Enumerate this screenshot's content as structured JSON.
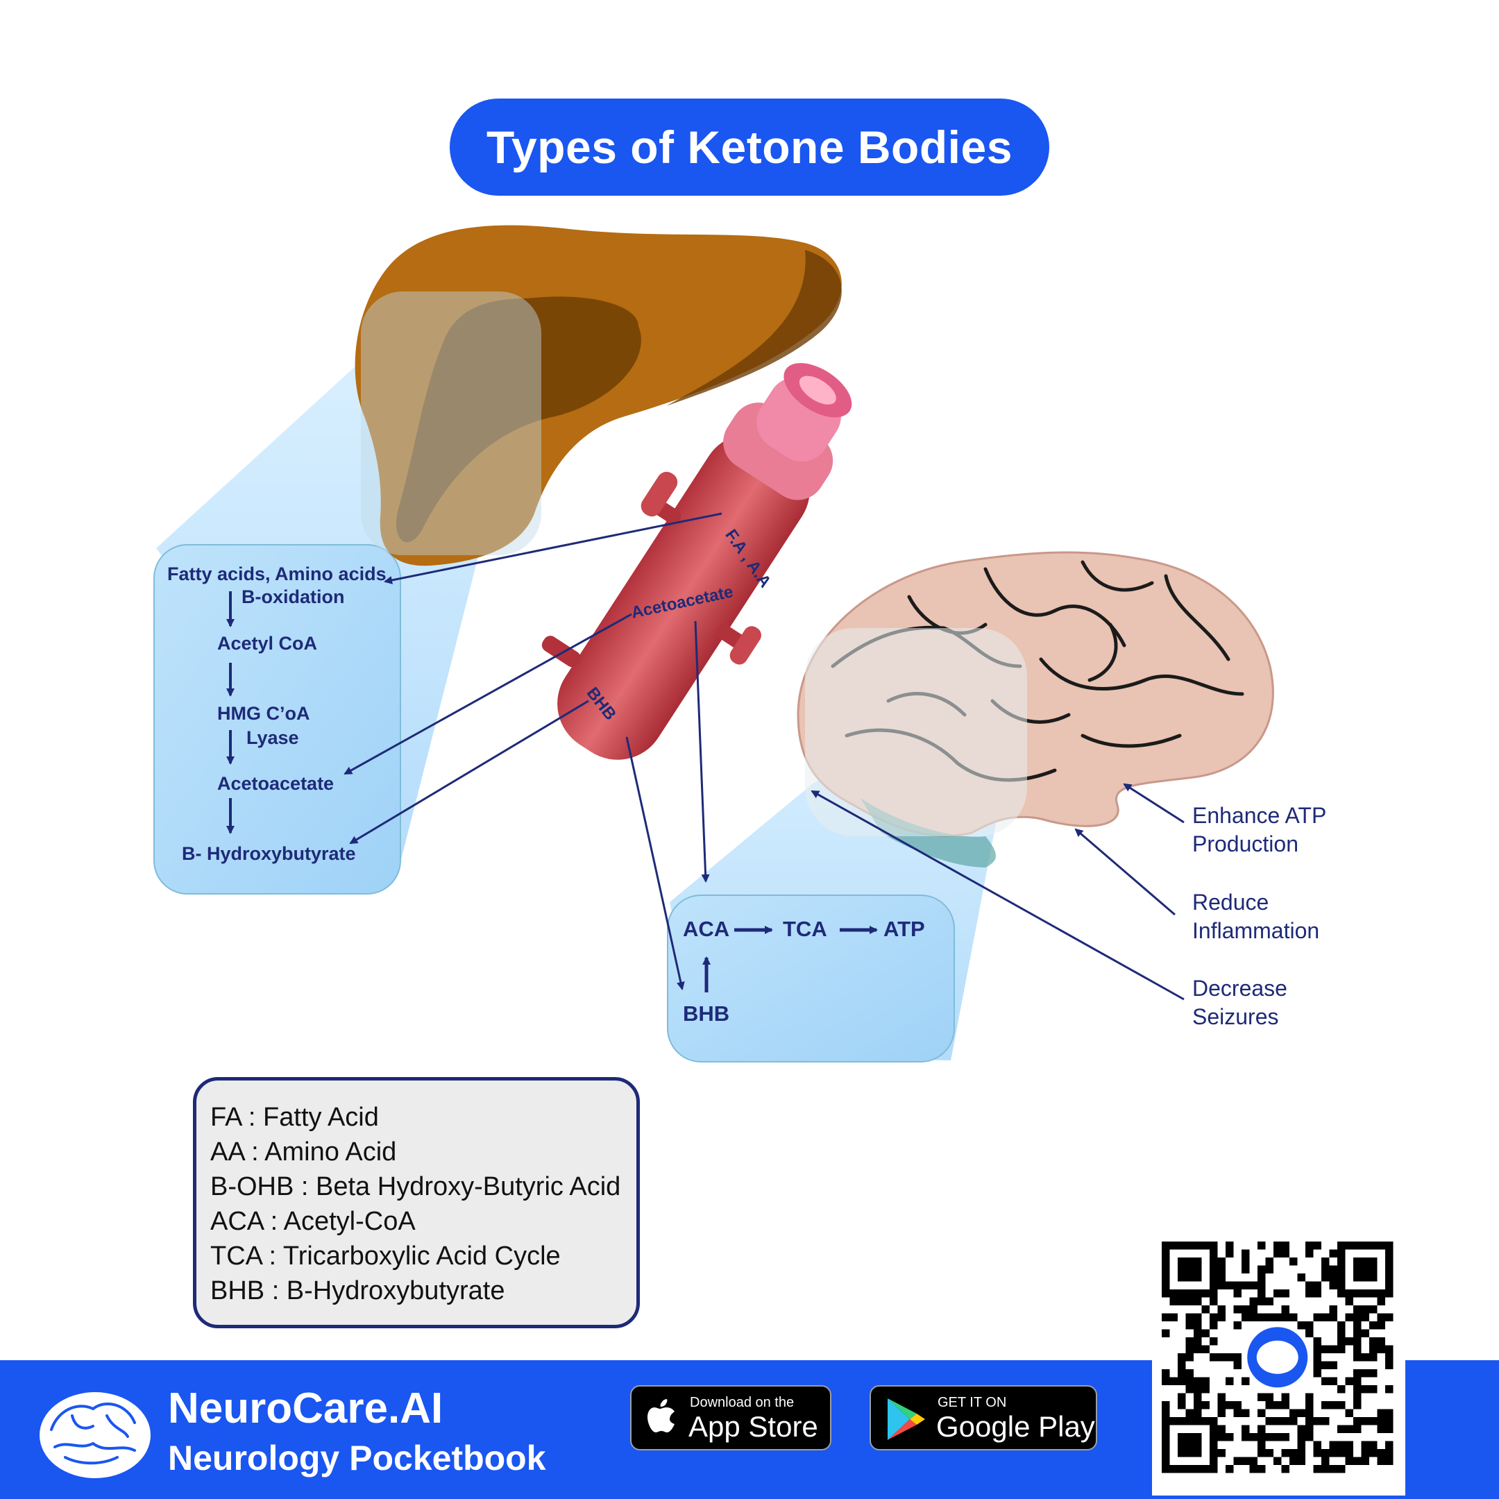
{
  "title": "Types of Ketone Bodies",
  "liver_pathway": {
    "steps": [
      "Fatty acids, Amino acids",
      "Acetyl CoA",
      "HMG C’oA",
      "Acetoacetate",
      "B- Hydroxybutyrate"
    ],
    "enzymes": [
      "B-oxidation",
      "Lyase"
    ]
  },
  "vessel_labels": {
    "fa_aa": "F.A , A.A",
    "acetoacetate": "Acetoacetate",
    "bhb": "BHB"
  },
  "brain_pathway": {
    "aca": "ACA",
    "tca": "TCA",
    "atp": "ATP",
    "bhb": "BHB"
  },
  "brain_effects": [
    {
      "line1": "Enhance ATP",
      "line2": "Production"
    },
    {
      "line1": "Reduce",
      "line2": "Inflammation"
    },
    {
      "line1": "Decrease",
      "line2": "Seizures"
    }
  ],
  "legend": [
    "FA : Fatty Acid",
    "AA : Amino Acid",
    "B-OHB : Beta Hydroxy-Butyric Acid",
    "ACA : Acetyl-CoA",
    "TCA : Tricarboxylic Acid Cycle",
    "BHB : B-Hydroxybutyrate"
  ],
  "footer": {
    "brand_name": "NeuroCare.AI",
    "brand_subtitle": "Neurology Pocketbook",
    "app_store": {
      "small": "Download on the",
      "big": "App Store"
    },
    "google_play": {
      "small": "GET IT ON",
      "big": "Google Play"
    }
  },
  "colors": {
    "accent_blue": "#1a56f0",
    "text_navy": "#1e2a78",
    "liver_brown": "#b56c12",
    "vessel_red": "#c9474f",
    "brain_pink": "#e9c3b3"
  }
}
